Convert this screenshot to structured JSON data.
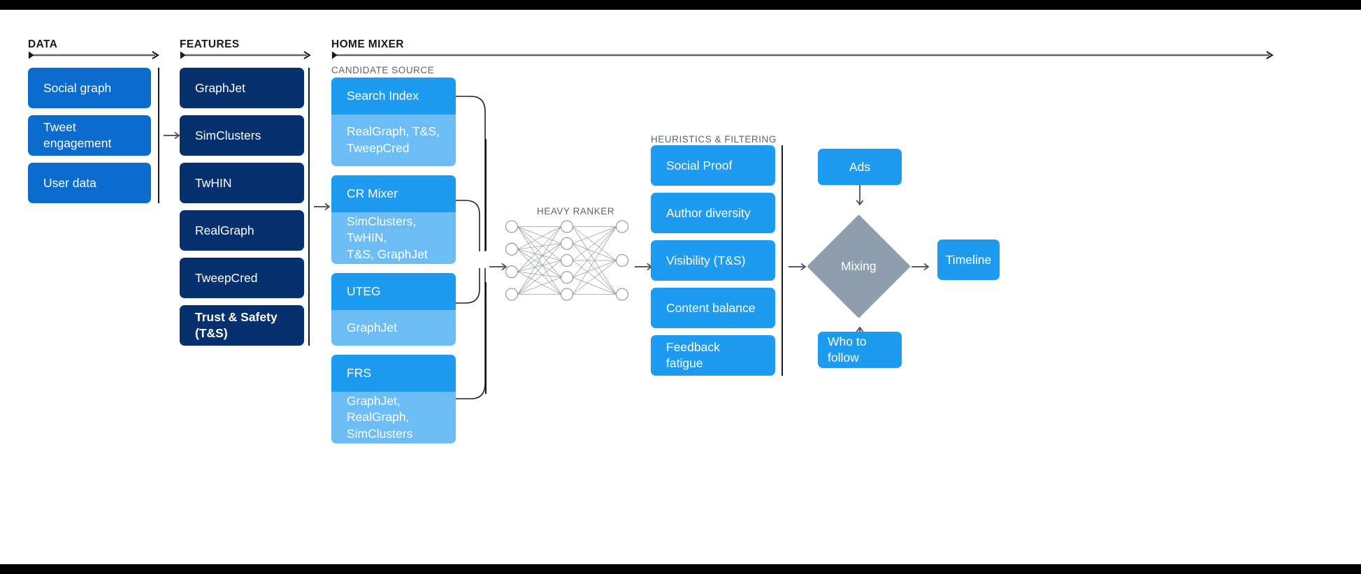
{
  "diagram": {
    "title": "Twitter Home Mixer recommendation pipeline",
    "colors": {
      "data_blue": "#0b6ccd",
      "feature_navy": "#06306e",
      "candidate_head": "#1d9bf0",
      "candidate_body": "#6cbdf5",
      "heuristic_blue": "#1d9bf0",
      "mixing_gray": "#8e9eae",
      "background": "#ffffff",
      "line": "#1f242b"
    }
  },
  "sections": {
    "data": {
      "label": "DATA"
    },
    "features": {
      "label": "FEATURES"
    },
    "home_mixer": {
      "label": "HOME MIXER"
    }
  },
  "sublabels": {
    "candidate_source": "CANDIDATE SOURCE",
    "heavy_ranker": "HEAVY RANKER",
    "heuristics": "HEURISTICS & FILTERING"
  },
  "data_boxes": [
    {
      "label": "Social graph"
    },
    {
      "label": "Tweet engagement"
    },
    {
      "label": "User data"
    }
  ],
  "feature_boxes": [
    {
      "label": "GraphJet"
    },
    {
      "label": "SimClusters"
    },
    {
      "label": "TwHIN"
    },
    {
      "label": "RealGraph"
    },
    {
      "label": "TweepCred"
    },
    {
      "label": "Trust & Safety (T&S)"
    }
  ],
  "candidate_sources": [
    {
      "name": "Search Index",
      "features": "RealGraph, T&S,\nTweepCred"
    },
    {
      "name": "CR Mixer",
      "features": "SimClusters, TwHIN,\nT&S, GraphJet"
    },
    {
      "name": "UTEG",
      "features": "GraphJet"
    },
    {
      "name": "FRS",
      "features": "GraphJet, RealGraph,\nSimClusters"
    }
  ],
  "heavy_ranker": {
    "label": "HEAVY RANKER",
    "layers": [
      4,
      5,
      3
    ]
  },
  "heuristics": [
    {
      "label": "Social Proof"
    },
    {
      "label": "Author diversity"
    },
    {
      "label": "Visibility (T&S)"
    },
    {
      "label": "Content balance"
    },
    {
      "label": "Feedback fatigue"
    }
  ],
  "mixing": {
    "ads": "Ads",
    "node": "Mixing",
    "who_to_follow": "Who to follow",
    "timeline": "Timeline"
  }
}
